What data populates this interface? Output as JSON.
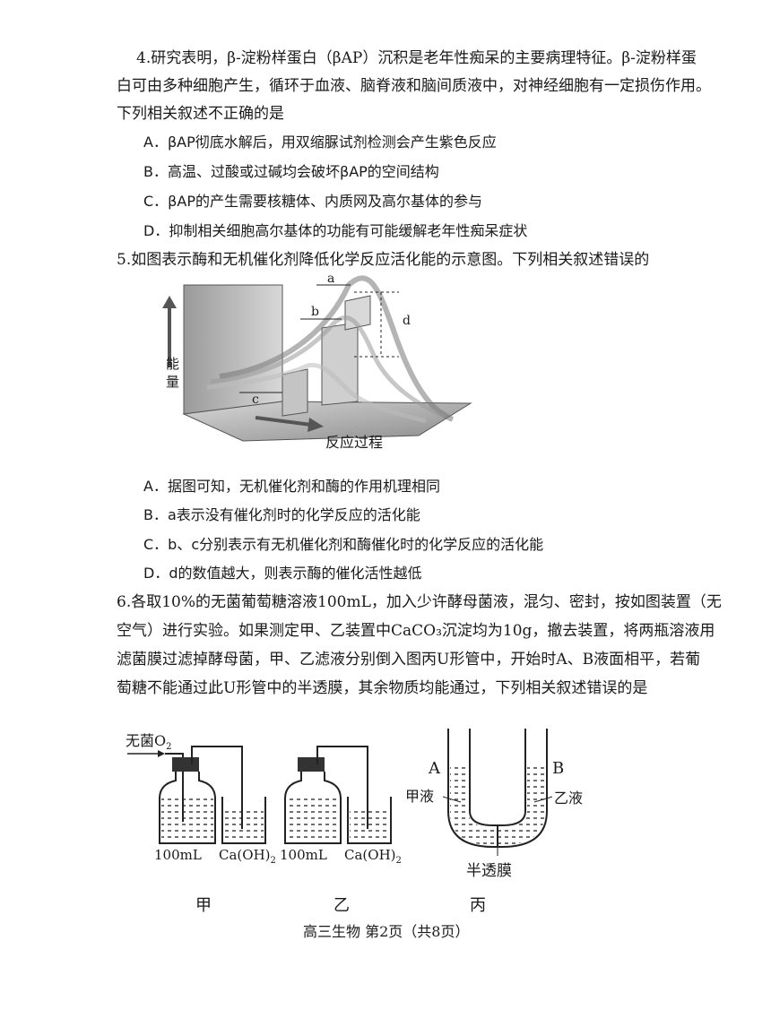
{
  "q4": {
    "lines": [
      "4.研究表明，β-淀粉样蛋白（βAP）沉积是老年性痴呆的主要病理特征。β-淀粉样蛋",
      "白可由多种细胞产生，循环于血液、脑脊液和脑间质液中，对神经细胞有一定损伤作用。",
      "下列相关叙述不正确的是"
    ],
    "options": [
      "A．βAP彻底水解后，用双缩脲试剂检测会产生紫色反应",
      "B．高温、过酸或过碱均会破坏βAP的空间结构",
      "C．βAP的产生需要核糖体、内质网及高尔基体的参与",
      "D．抑制相关细胞高尔基体的功能有可能缓解老年性痴呆症状"
    ]
  },
  "q5": {
    "stem": "5.如图表示酶和无机催化剂降低化学反应活化能的示意图。下列相关叙述错误的",
    "figure": {
      "y_axis": "能量",
      "x_axis": "反应过程",
      "labels": {
        "a": "a",
        "b": "b",
        "c": "c",
        "d": "d"
      }
    },
    "options": [
      "A．据图可知，无机催化剂和酶的作用机理相同",
      "B．a表示没有催化剂时的化学反应的活化能",
      "C．b、c分别表示有无机催化剂和酶催化时的化学反应的活化能",
      "D．d的数值越大，则表示酶的催化活性越低"
    ]
  },
  "q6": {
    "lines": [
      "6.各取10%的无菌葡萄糖溶液100mL，加入少许酵母菌液，混匀、密封，按如图装置（无",
      "空气）进行实验。如果测定甲、乙装置中CaCO₃沉淀均为10g，撤去装置，将两瓶溶液用",
      "滤菌膜过滤掉酵母菌，甲、乙滤液分别倒入图丙U形管中，开始时A、B液面相平，若葡",
      "萄糖不能通过此U形管中的半透膜，其余物质均能通过，下列相关叙述错误的是"
    ],
    "figure": {
      "gas_label": "无菌O",
      "gas_sub": "2",
      "flask_volume": "100mL",
      "beaker_reagent": "Ca(OH)",
      "beaker_sub": "2",
      "tube_A": "A",
      "tube_B": "B",
      "liquid_left": "甲液",
      "liquid_right": "乙液",
      "membrane": "半透膜"
    },
    "captions": [
      "甲",
      "乙",
      "丙"
    ]
  },
  "footer": "高三生物 第2页（共8页）"
}
